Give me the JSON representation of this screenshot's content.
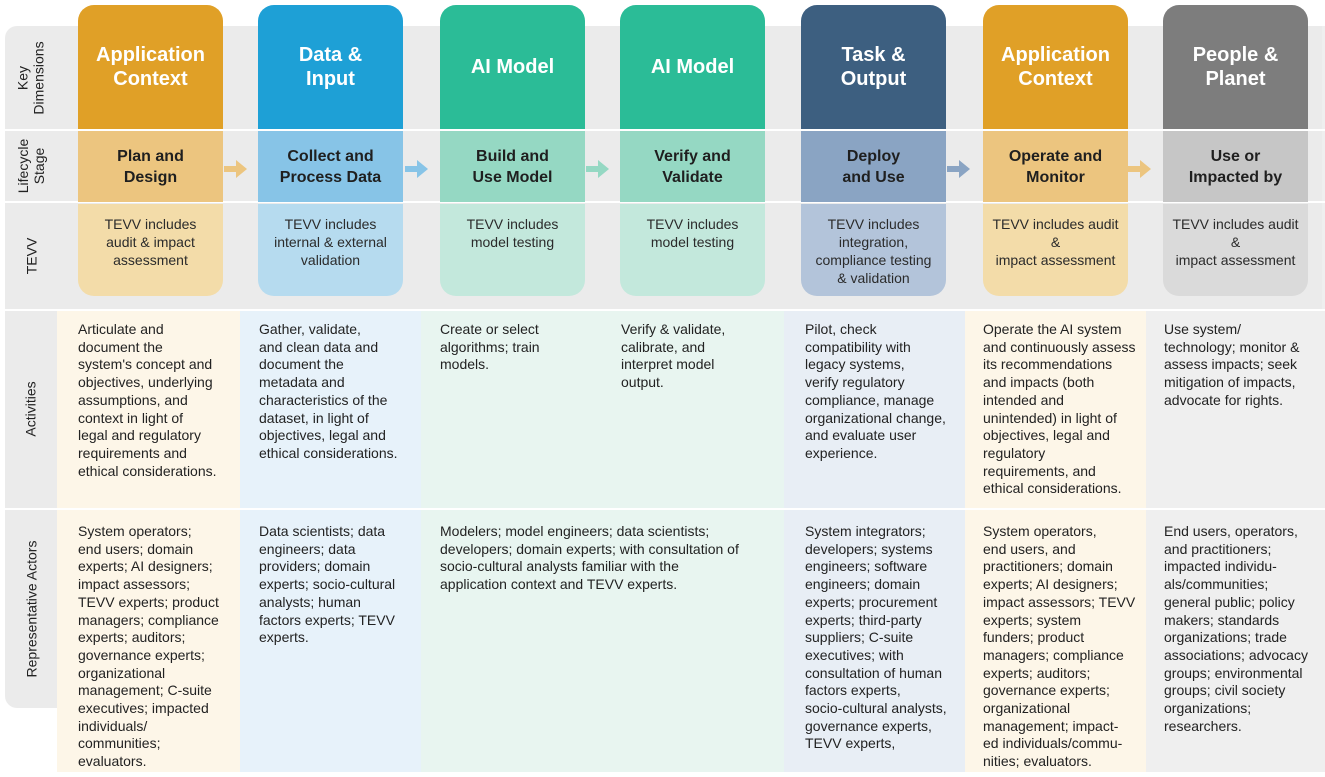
{
  "row_labels": {
    "key_dimensions": "Key\nDimensions",
    "lifecycle_stage": "Lifecycle\nStage",
    "tevv": "TEVV",
    "activities": "Activities",
    "representative_actors": "Representative Actors"
  },
  "columns": [
    {
      "dimension": "Application\nContext",
      "stage": "Plan and\nDesign",
      "tevv": "TEVV includes\naudit & impact\nassessment",
      "activities": "Articulate and\ndocument the\nsystem's concept and\nobjectives, underlying\nassumptions, and\ncontext in light of\nlegal and regulatory\nrequirements and\nethical considerations.",
      "actors": "System operators;\nend users; domain\nexperts; AI designers;\nimpact assessors;\nTEVV experts; product\nmanagers; compliance\nexperts; auditors;\ngovernance experts;\norganizational\nmanagement; C-suite\nexecutives; impacted\nindividuals/\ncommunities;\nevaluators.",
      "colors": {
        "header": "#e0a027",
        "stage": "#ecc57f",
        "tevv": "#f3dca9",
        "bg": "#fdf6e8"
      }
    },
    {
      "dimension": "Data &\nInput",
      "stage": "Collect and\nProcess Data",
      "tevv": "TEVV includes\ninternal & external\nvalidation",
      "activities": "Gather, validate,\nand clean data and\ndocument the\nmetadata and\ncharacteristics of the\ndataset, in light of\nobjectives, legal and\nethical considerations.",
      "actors": "Data scientists; data\nengineers; data\nproviders; domain\nexperts; socio-cultural\nanalysts; human\nfactors experts; TEVV\nexperts.",
      "colors": {
        "header": "#1ea0d6",
        "stage": "#87c4e7",
        "tevv": "#b6dbef",
        "bg": "#e7f2fa"
      }
    },
    {
      "dimension": "AI Model",
      "stage": "Build and\nUse Model",
      "tevv": "TEVV includes\nmodel testing",
      "activities": "Create or select\nalgorithms; train\nmodels.",
      "actors": "Modelers; model engineers; data scientists;\ndevelopers; domain experts; with consultation of\nsocio-cultural analysts familiar with the\napplication context and TEVV experts.",
      "colors": {
        "header": "#2bbc97",
        "stage": "#95d8c3",
        "tevv": "#c3e8dc",
        "bg": "#e8f5f0"
      }
    },
    {
      "dimension": "AI Model",
      "stage": "Verify and\nValidate",
      "tevv": "TEVV includes\nmodel testing",
      "activities": "Verify & validate,\ncalibrate, and\ninterpret model\noutput.",
      "actors": "",
      "colors": {
        "header": "#2bbc97",
        "stage": "#95d8c3",
        "tevv": "#c3e8dc",
        "bg": "#e8f5f0"
      }
    },
    {
      "dimension": "Task &\nOutput",
      "stage": "Deploy\nand Use",
      "tevv": "TEVV includes\nintegration,\ncompliance testing\n& validation",
      "activities": "Pilot, check\ncompatibility with\nlegacy systems,\nverify regulatory\ncompliance, manage\norganizational change,\nand evaluate user\nexperience.",
      "actors": "System integrators;\ndevelopers; systems\nengineers; software\nengineers; domain\nexperts; procurement\nexperts; third-party\nsuppliers; C-suite\nexecutives; with\nconsultation of human\nfactors experts,\nsocio-cultural analysts,\ngovernance experts,\nTEVV experts,",
      "colors": {
        "header": "#3d5f80",
        "stage": "#8aa4c3",
        "tevv": "#b3c4da",
        "bg": "#e8eef5"
      }
    },
    {
      "dimension": "Application\nContext",
      "stage": "Operate and\nMonitor",
      "tevv": "TEVV includes audit\n&\nimpact assessment",
      "activities": "Operate the AI system\nand continuously assess\nits recommendations\nand impacts (both\nintended and\nunintended) in light of\nobjectives, legal and\nregulatory\nrequirements, and\nethical considerations.",
      "actors": "System operators,\nend users, and\npractitioners; domain\nexperts; AI designers;\nimpact assessors; TEVV\nexperts; system\nfunders; product\nmanagers; compliance\nexperts; auditors;\ngovernance experts;\norganizational\nmanagement; impact-\ned individuals/commu-\nnities; evaluators.",
      "colors": {
        "header": "#e0a027",
        "stage": "#ecc57f",
        "tevv": "#f3dca9",
        "bg": "#fdf6e8"
      }
    },
    {
      "dimension": "People &\nPlanet",
      "stage": "Use or\nImpacted by",
      "tevv": "TEVV includes audit\n&\nimpact assessment",
      "activities": "Use system/\ntechnology; monitor &\nassess impacts; seek\nmitigation of impacts,\nadvocate for rights.",
      "actors": "End users, operators,\nand practitioners;\nimpacted individu-\nals/communities;\ngeneral public; policy\nmakers; standards\norganizations; trade\nassociations; advocacy\ngroups; environmental\ngroups; civil society\norganizations;\nresearchers.",
      "colors": {
        "header": "#7d7d7d",
        "stage": "#c6c6c6",
        "tevv": "#dadada",
        "bg": "#efefef"
      }
    }
  ]
}
